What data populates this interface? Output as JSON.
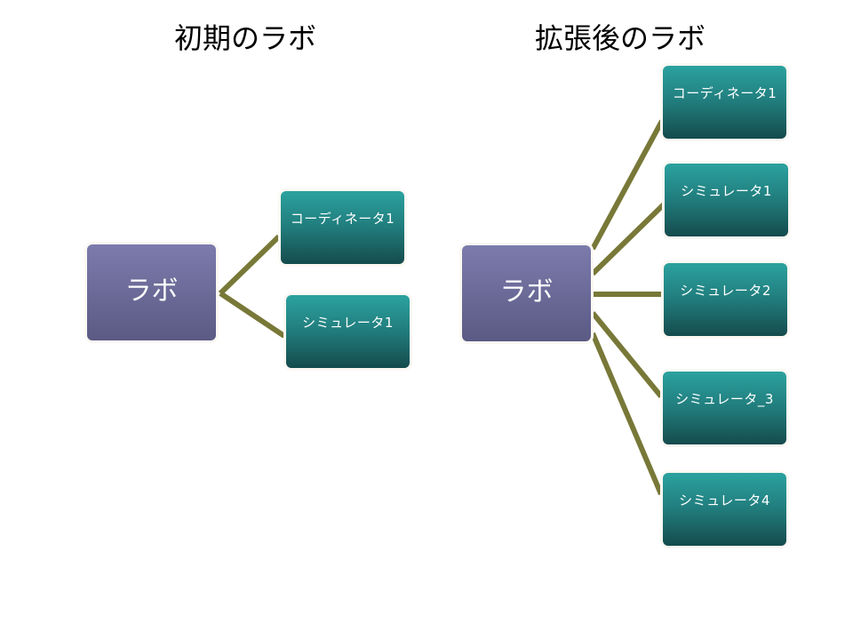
{
  "diagrams": [
    {
      "title": "初期のラボ",
      "root": "ラボ",
      "children": [
        "コーディネータ1",
        "シミュレータ1"
      ]
    },
    {
      "title": "拡張後のラボ",
      "root": "ラボ",
      "children": [
        "コーディネータ1",
        "シミュレータ1",
        "シミュレータ2",
        "シミュレータ_3",
        "シミュレータ4"
      ]
    }
  ],
  "colors": {
    "root_top": "#7c7bac",
    "root_bottom": "#5b5a84",
    "leaf_top": "#2ba29f",
    "leaf_bottom": "#154b4d",
    "connector": "#787838"
  }
}
